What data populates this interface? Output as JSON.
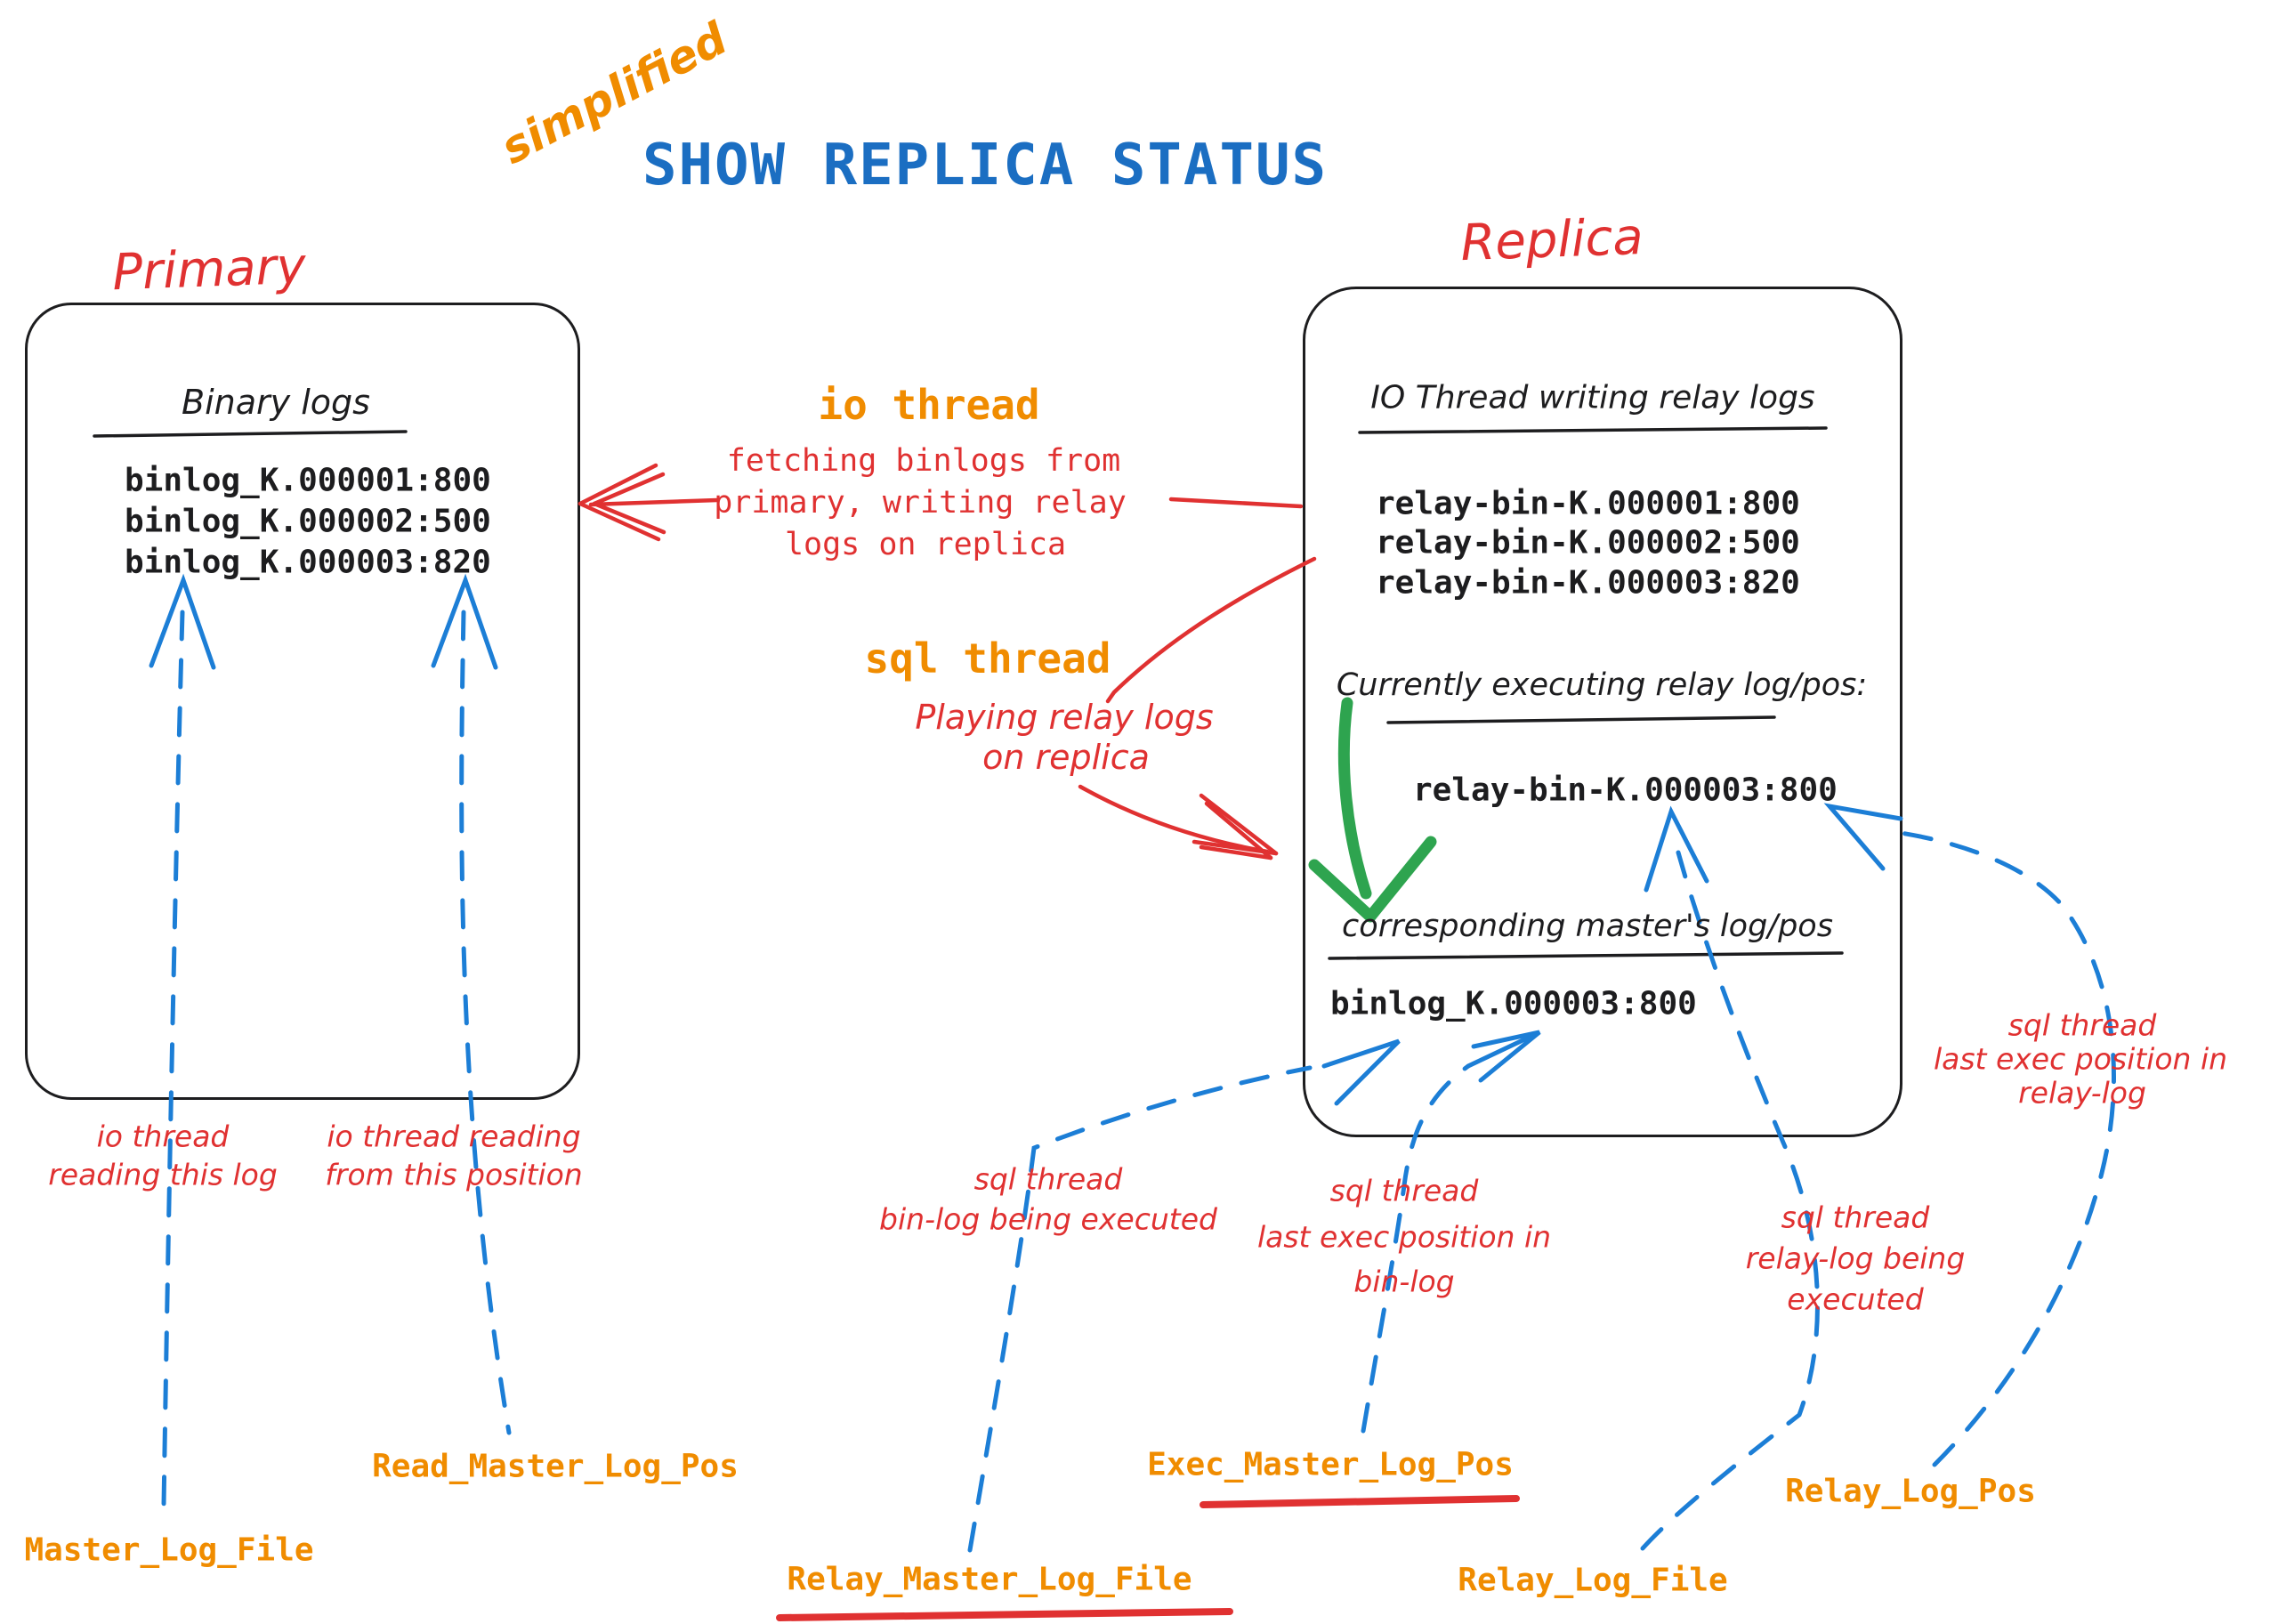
{
  "title": {
    "badge": "simplified",
    "main": "SHOW REPLICA STATUS"
  },
  "primary": {
    "label": "Primary",
    "heading": "Binary logs",
    "binlogs": [
      "binlog_K.000001:800",
      "binlog_K.000002:500",
      "binlog_K.000003:820"
    ]
  },
  "replica": {
    "label": "Replica",
    "io_section": {
      "heading": "IO Thread writing relay logs",
      "relay_logs": [
        "relay-bin-K.000001:800",
        "relay-bin-K.000002:500",
        "relay-bin-K.000003:820"
      ]
    },
    "exec_section": {
      "heading": "Currently executing relay log/pos:",
      "value": "relay-bin-K.000003:800"
    },
    "master_section": {
      "heading": "corresponding master's log/pos",
      "value": "binlog_K.000003:800"
    }
  },
  "threads": {
    "io": {
      "label": "io thread",
      "note": [
        "fetching binlogs from",
        "primary, writing relay",
        "logs on replica"
      ]
    },
    "sql": {
      "label": "sql thread",
      "note": [
        "Playing relay logs",
        "on replica"
      ]
    }
  },
  "notes": {
    "io_reading_log": [
      "io thread",
      "reading this log"
    ],
    "io_reading_pos": [
      "io thread reading",
      "from this position"
    ],
    "sql_binlog_exec": [
      "sql thread",
      "bin-log being executed"
    ],
    "sql_last_binlog": [
      "sql thread",
      "last exec position in",
      "bin-log"
    ],
    "sql_relaylog_exec": [
      "sql thread",
      "relay-log being",
      "executed"
    ],
    "sql_last_relaylog": [
      "sql thread",
      "last exec position in",
      "relay-log"
    ]
  },
  "fields": {
    "master_log_file": "Master_Log_File",
    "read_master_log_pos": "Read_Master_Log_Pos",
    "relay_master_log_file": "Relay_Master_Log_File",
    "exec_master_log_pos": "Exec_Master_Log_Pos",
    "relay_log_file": "Relay_Log_File",
    "relay_log_pos": "Relay_Log_Pos"
  },
  "colors": {
    "red": "#e03131",
    "orange": "#f08c00",
    "blue_title": "#1b6ec2",
    "blue_arrow": "#1c7ed6",
    "green": "#2ea44f",
    "ink": "#1d1d1f"
  }
}
